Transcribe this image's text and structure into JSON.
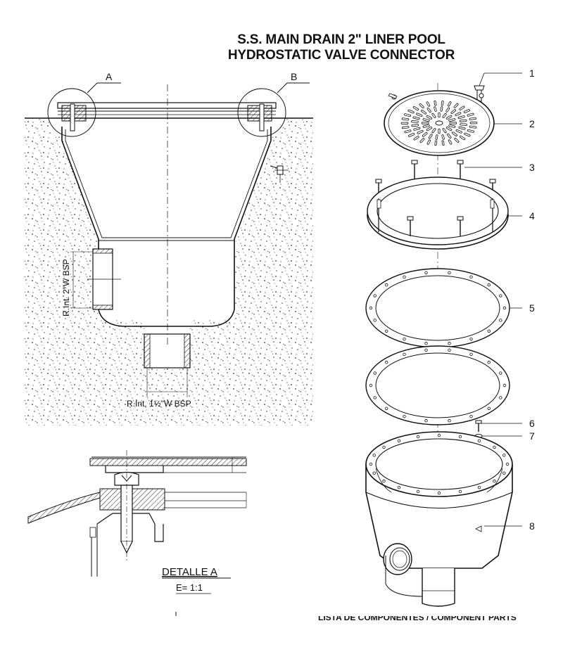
{
  "title_line1": "S.S. MAIN DRAIN 2\" LINER POOL",
  "title_line2": "HYDROSTATIC VALVE CONNECTOR",
  "section": {
    "callout_a": "A",
    "callout_b": "B",
    "dim_side": "R.Int. 2\"W BSP",
    "dim_bottom": "R.Int. 1½\"W BSP"
  },
  "detail": {
    "title": "DETALLE A",
    "scale": "E= 1:1"
  },
  "parts": [
    {
      "label": "1"
    },
    {
      "label": "2"
    },
    {
      "label": "3"
    },
    {
      "label": "4"
    },
    {
      "label": "5"
    },
    {
      "label": "6"
    },
    {
      "label": "7"
    },
    {
      "label": "8"
    }
  ],
  "footer_text": "LISTA DE COMPONENTES / COMPONENT PARTS"
}
